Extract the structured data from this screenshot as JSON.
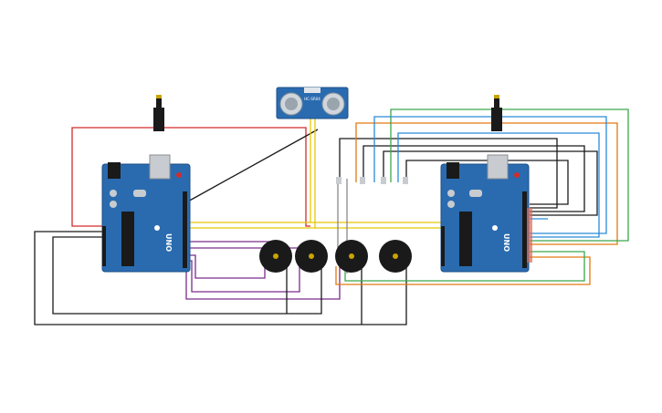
{
  "colors": {
    "board": "#2a6bb0",
    "board_dark": "#1d4f86",
    "wire_red": "#d42a2a",
    "wire_black": "#1a1a1a",
    "wire_yellow": "#e8c800",
    "wire_purple": "#7a2c8c",
    "wire_orange": "#e07a10",
    "wire_green": "#3aa84a",
    "wire_blue": "#2a8ad8",
    "wire_gray": "#888888"
  },
  "sensor": {
    "model": "HC-SR04"
  },
  "boards": [
    {
      "id": "arduino-left",
      "label": "UNO"
    },
    {
      "id": "arduino-right",
      "label": "UNO"
    }
  ],
  "buzzers": [
    {
      "id": "buzzer-1"
    },
    {
      "id": "buzzer-2"
    },
    {
      "id": "buzzer-3"
    },
    {
      "id": "buzzer-4"
    }
  ]
}
